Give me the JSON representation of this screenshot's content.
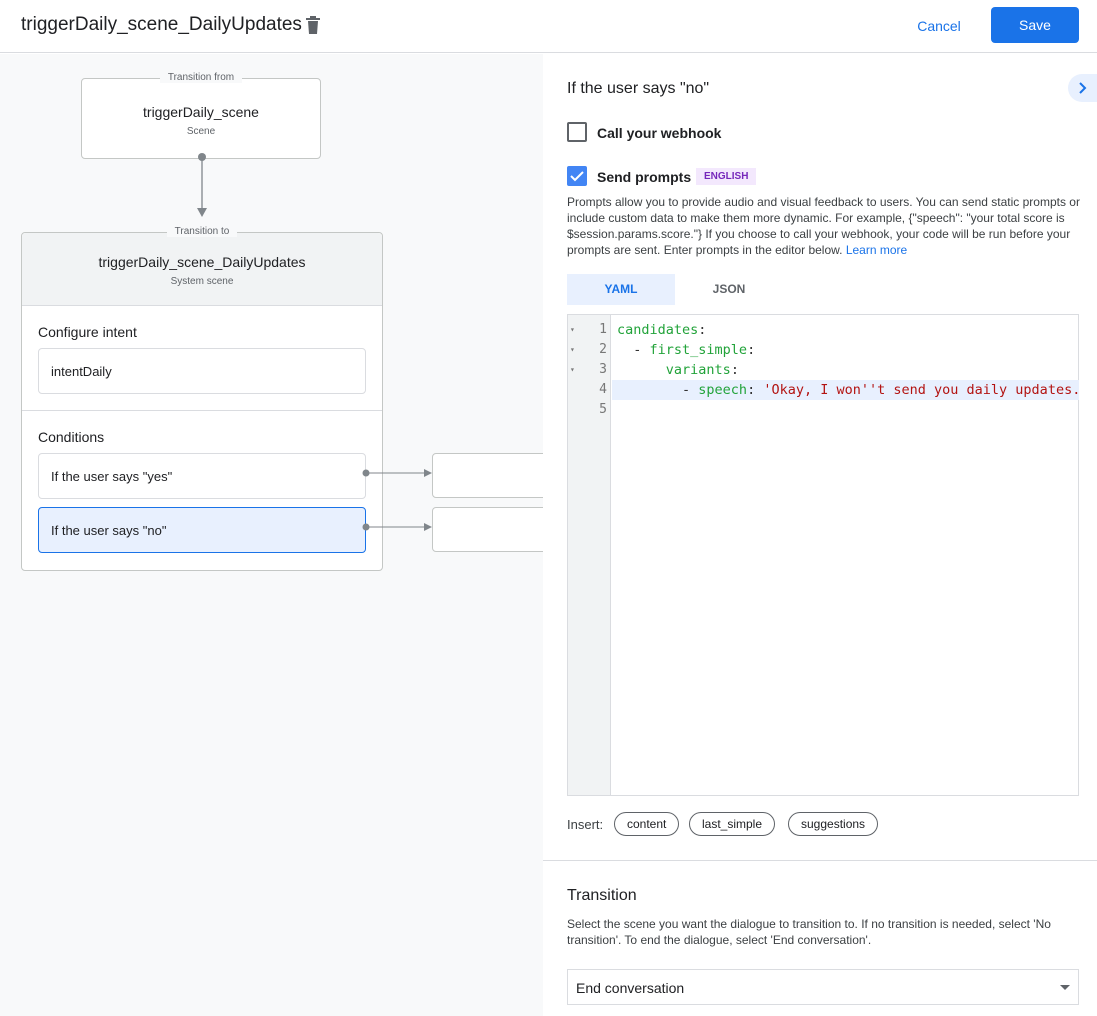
{
  "header": {
    "title": "triggerDaily_scene_DailyUpdates",
    "cancel_label": "Cancel",
    "save_label": "Save",
    "accent": "#1a73e8"
  },
  "canvas": {
    "from": {
      "legend": "Transition from",
      "name": "triggerDaily_scene",
      "type": "Scene"
    },
    "to": {
      "legend": "Transition to",
      "name": "triggerDaily_scene_DailyUpdates",
      "type": "System scene",
      "intent_label": "Configure intent",
      "intent": "intentDaily",
      "conditions_label": "Conditions",
      "conditions": [
        {
          "label": "If the user says \"yes\"",
          "selected": false
        },
        {
          "label": "If the user says \"no\"",
          "selected": true
        }
      ]
    }
  },
  "panel": {
    "title": "If the user says \"no\"",
    "webhook": {
      "label": "Call your webhook",
      "checked": false
    },
    "prompts": {
      "label": "Send prompts",
      "checked": true,
      "badge": "ENGLISH",
      "description": "Prompts allow you to provide audio and visual feedback to users. You can send static prompts or include custom data to make them more dynamic. For example, {\"speech\": \"your total score is $session.params.score.\"} If you choose to call your webhook, your code will be run before your prompts are sent. Enter prompts in the editor below.",
      "learn_more": "Learn more"
    },
    "tabs": [
      {
        "label": "YAML",
        "active": true
      },
      {
        "label": "JSON",
        "active": false
      }
    ],
    "editor": {
      "lines": [
        {
          "n": "1",
          "fold": "▾",
          "key": "candidates",
          "prefix": "",
          "value": ""
        },
        {
          "n": "2",
          "fold": "▾",
          "key": "first_simple",
          "prefix": "  - ",
          "value": ""
        },
        {
          "n": "3",
          "fold": "▾",
          "key": "variants",
          "prefix": "      ",
          "value": ""
        },
        {
          "n": "4",
          "fold": "",
          "key": "speech",
          "prefix": "        - ",
          "value": "'Okay, I won''t send you daily updates.'"
        },
        {
          "n": "5",
          "fold": "",
          "key": "",
          "prefix": "",
          "value": ""
        }
      ]
    },
    "insert_label": "Insert:",
    "insert_chips": [
      "content",
      "last_simple",
      "suggestions"
    ],
    "transition": {
      "title": "Transition",
      "description": "Select the scene you want the dialogue to transition to. If no transition is needed, select 'No transition'. To end the dialogue, select 'End conversation'.",
      "selected": "End conversation"
    }
  }
}
